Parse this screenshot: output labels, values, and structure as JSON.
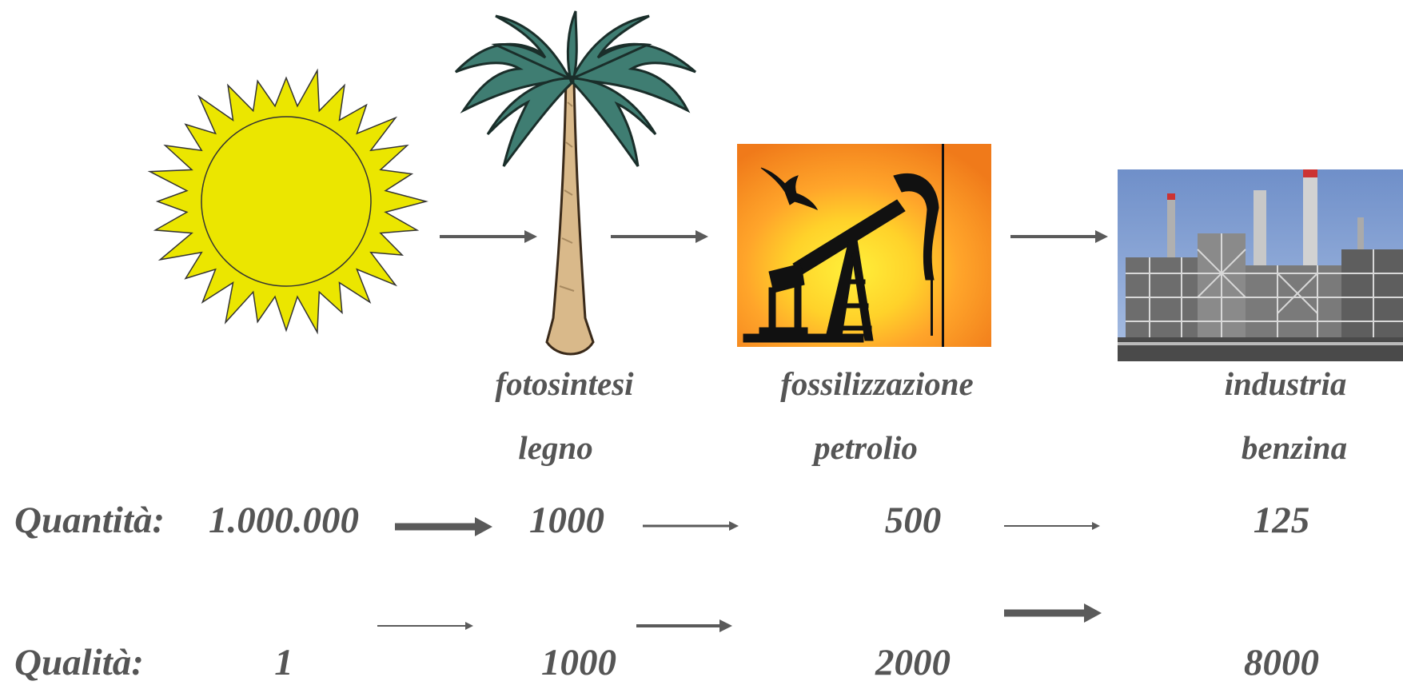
{
  "colors": {
    "text": "#555555",
    "arrow": "#5a5a5a",
    "sun": "#ebe600"
  },
  "icons": [
    "sun-icon",
    "palm-tree-icon",
    "oil-pump-icon",
    "refinery-icon"
  ],
  "stages": [
    {
      "process": "fotosintesi",
      "product": "legno"
    },
    {
      "process": "fossilizzazione",
      "product": "petrolio"
    },
    {
      "process": "industria",
      "product": "benzina"
    }
  ],
  "quantity": {
    "label": "Quantità:",
    "values": [
      "1.000.000",
      "1000",
      "500",
      "125"
    ]
  },
  "quality": {
    "label": "Qualità:",
    "values": [
      "1",
      "1000",
      "2000",
      "8000"
    ]
  }
}
